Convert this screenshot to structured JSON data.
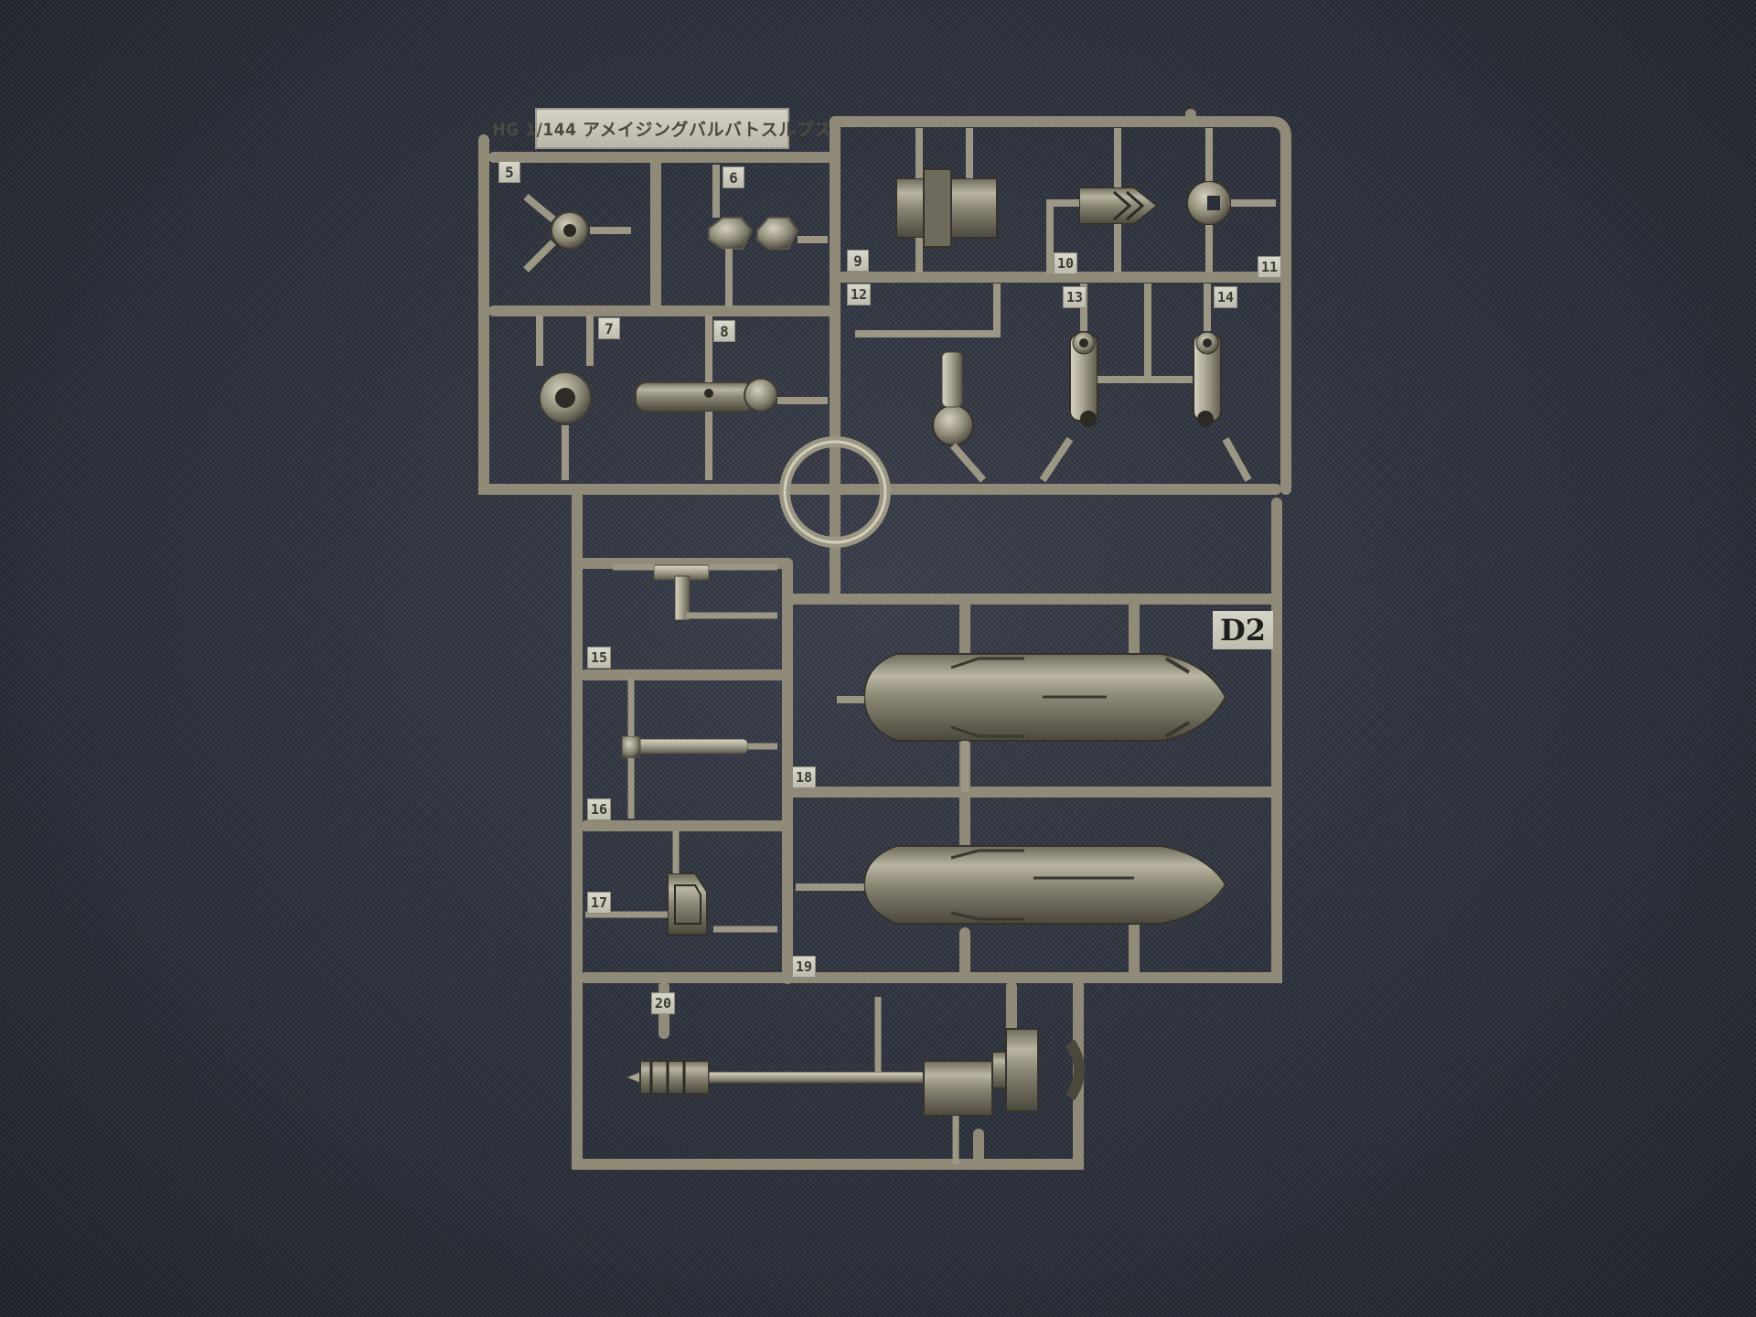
{
  "scene": {
    "description": "Photograph of a plastic model kit runner (sprue) in metallic gunmetal color on dark fabric",
    "background_color": "#2b2f3a",
    "plastic_color": "#a8a491"
  },
  "title_plate": {
    "text": "HG 1/144 アメイジングバルバトスルプス"
  },
  "runner_id": {
    "text": "D2"
  },
  "part_numbers": [
    {
      "id": "5",
      "label": "5"
    },
    {
      "id": "6",
      "label": "6"
    },
    {
      "id": "7",
      "label": "7"
    },
    {
      "id": "8",
      "label": "8"
    },
    {
      "id": "9",
      "label": "9"
    },
    {
      "id": "10",
      "label": "10"
    },
    {
      "id": "11",
      "label": "11"
    },
    {
      "id": "12",
      "label": "12"
    },
    {
      "id": "13",
      "label": "13"
    },
    {
      "id": "14",
      "label": "14"
    },
    {
      "id": "15",
      "label": "15"
    },
    {
      "id": "16",
      "label": "16"
    },
    {
      "id": "17",
      "label": "17"
    },
    {
      "id": "18",
      "label": "18"
    },
    {
      "id": "19",
      "label": "19"
    },
    {
      "id": "20",
      "label": "20"
    }
  ]
}
